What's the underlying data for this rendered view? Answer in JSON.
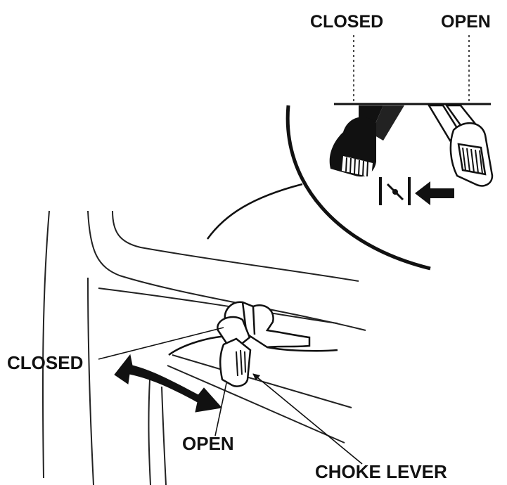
{
  "labels": {
    "inset_closed": "CLOSED",
    "inset_open": "OPEN",
    "main_closed": "CLOSED",
    "main_open": "OPEN",
    "choke_lever": "CHOKE LEVER"
  },
  "icons": [
    "choke-symbol-icon",
    "direction-arrow-icon",
    "double-arrow-icon"
  ],
  "colors": {
    "ink": "#111111",
    "paper": "#ffffff"
  }
}
